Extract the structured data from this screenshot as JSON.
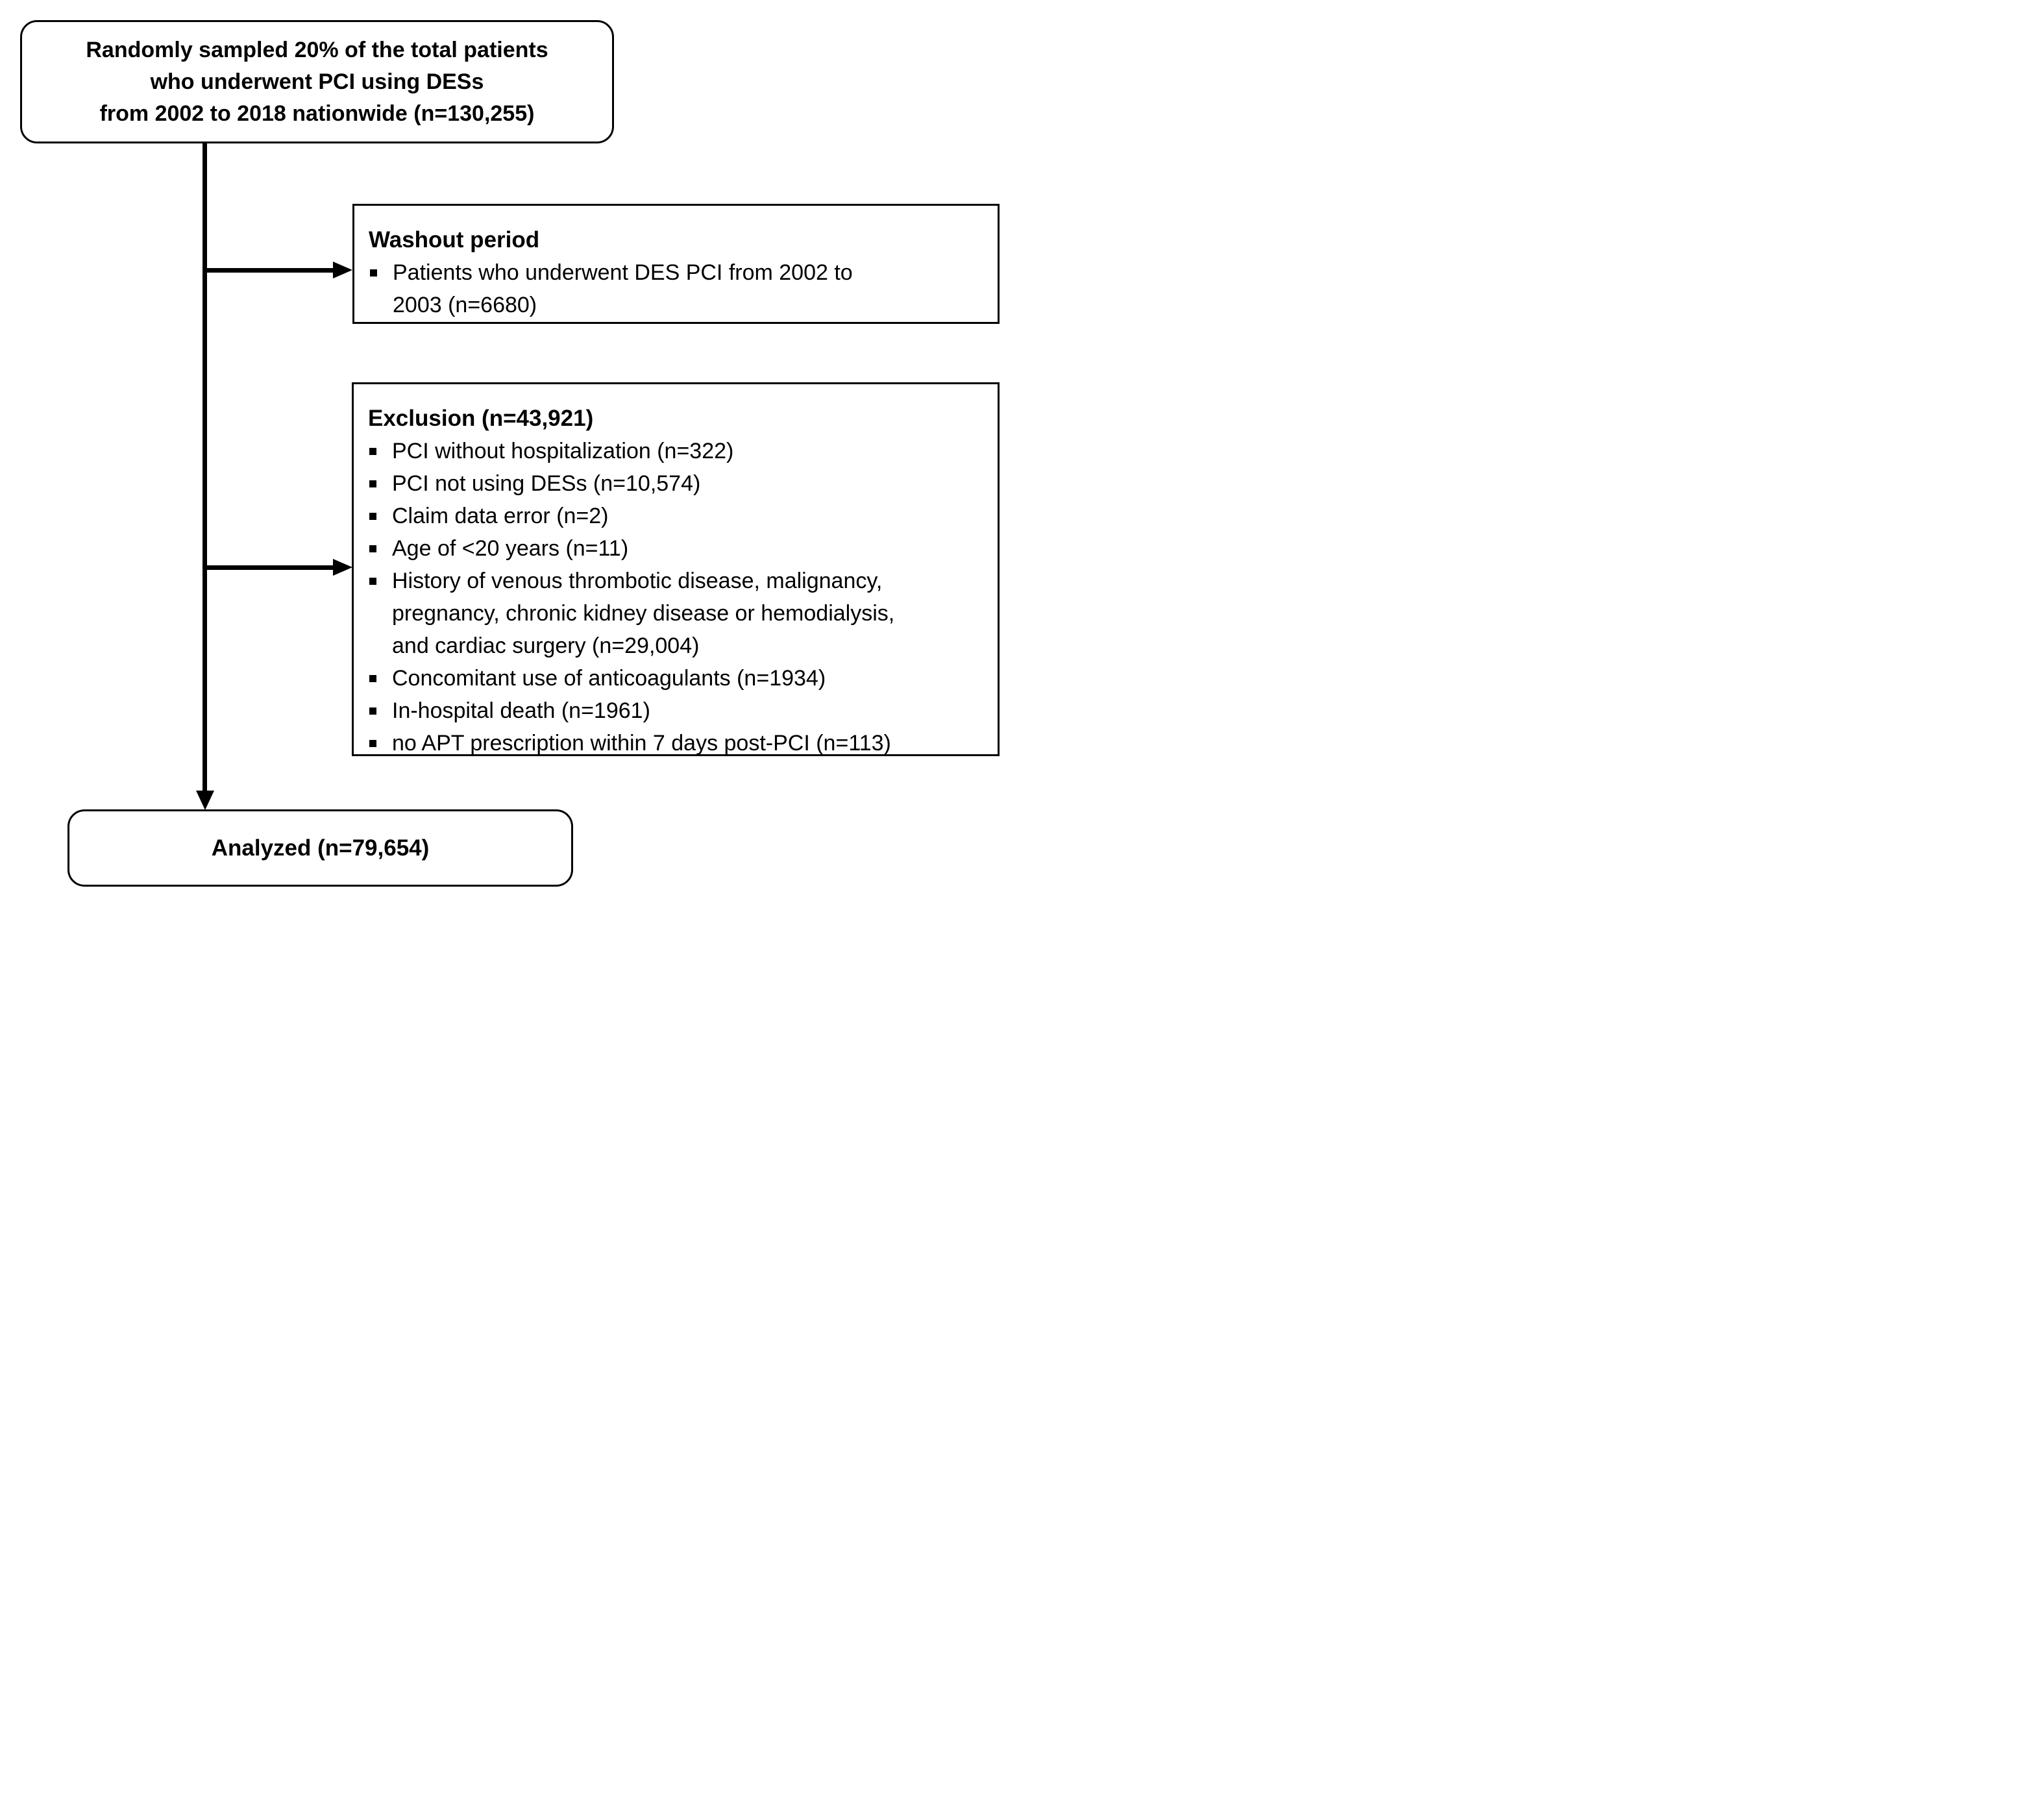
{
  "colors": {
    "ink": "#000000",
    "paper": "#ffffff"
  },
  "flow": {
    "start": {
      "lines": [
        "Randomly sampled 20% of the total patients",
        "who underwent PCI using DESs",
        "from 2002 to 2018 nationwide (n=130,255)"
      ]
    },
    "washout": {
      "title": "Washout period",
      "items": [
        "Patients who underwent DES PCI from 2002 to\n2003 (n=6680)"
      ]
    },
    "exclusion": {
      "title": "Exclusion (n=43,921)",
      "items": [
        "PCI without hospitalization (n=322)",
        "PCI not using DESs (n=10,574)",
        "Claim data error (n=2)",
        "Age of <20 years (n=11)",
        "History of venous thrombotic disease, malignancy,\npregnancy, chronic kidney disease or hemodialysis,\nand cardiac surgery (n=29,004)",
        "Concomitant use of anticoagulants (n=1934)",
        "In-hospital death (n=1961)",
        "no APT prescription within 7 days post-PCI (n=113)"
      ]
    },
    "analyzed": {
      "text": "Analyzed (n=79,654)"
    }
  }
}
